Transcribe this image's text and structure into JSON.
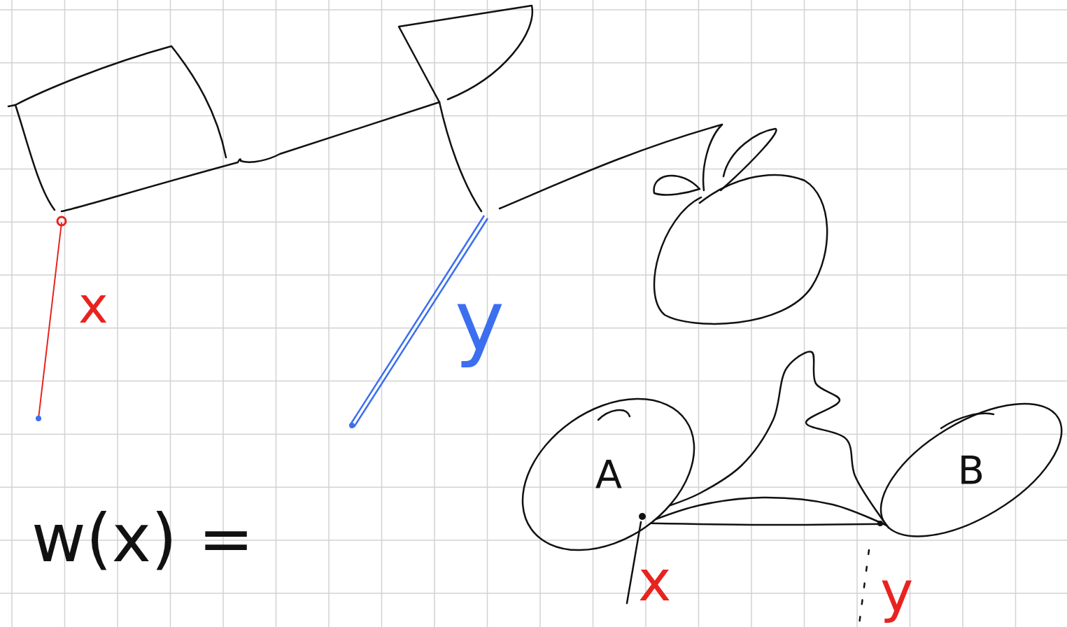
{
  "diagram": {
    "nodes": [
      {
        "text": [
          "A"
        ]
      },
      {
        "text": [
          "B"
        ]
      }
    ],
    "edges": [
      {
        "from": 0,
        "to": 1,
        "arrow": "none"
      },
      {
        "from": 0,
        "to": 1,
        "arrow": "none"
      },
      {
        "from": 0,
        "to": 1,
        "arrow": "none"
      }
    ],
    "labels": [
      "x",
      "y",
      "w(x) =",
      "x",
      "y"
    ]
  }
}
